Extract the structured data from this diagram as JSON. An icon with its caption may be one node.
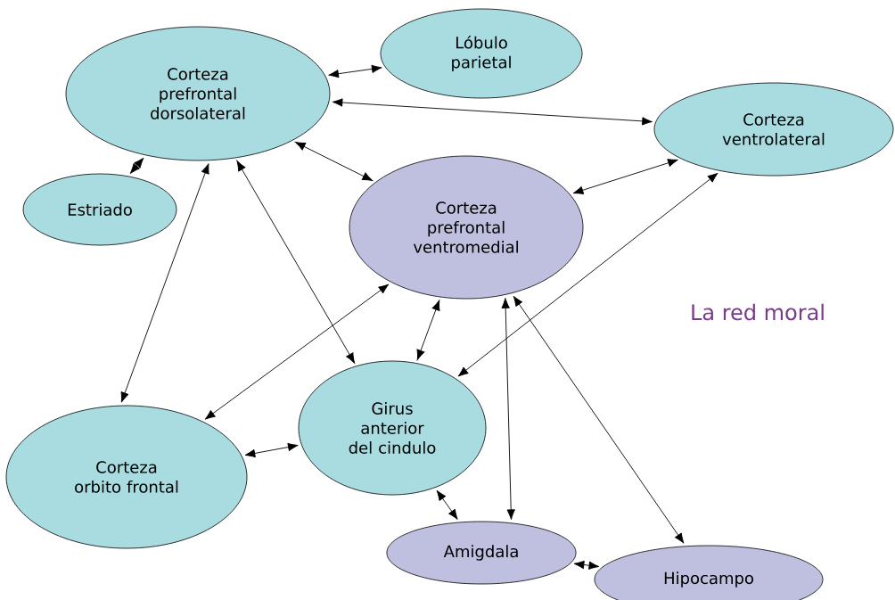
{
  "diagram": {
    "nodes": [
      {
        "text": [
          "Corteza prefrontal dorsolateral"
        ]
      },
      {
        "text": [
          "Lóbulo parietal"
        ]
      },
      {
        "text": [
          "Corteza ventrolateral"
        ]
      },
      {
        "text": [
          "Estriado"
        ]
      },
      {
        "text": [
          "Corteza prefrontal ventromedial"
        ]
      },
      {
        "text": [
          "Corteza orbito frontal"
        ]
      },
      {
        "text": [
          "Girus anterior del cindulo"
        ]
      },
      {
        "text": [
          "Amigdala"
        ]
      },
      {
        "text": [
          "Hipocampo"
        ]
      }
    ],
    "edges": [
      {
        "from": 0,
        "to": 1,
        "arrow": "both"
      },
      {
        "from": 0,
        "to": 2,
        "arrow": "both"
      },
      {
        "from": 0,
        "to": 3,
        "arrow": "both"
      },
      {
        "from": 0,
        "to": 5,
        "arrow": "both"
      },
      {
        "from": 0,
        "to": 6,
        "arrow": "both"
      },
      {
        "from": 0,
        "to": 4,
        "arrow": "both"
      },
      {
        "from": 2,
        "to": 4,
        "arrow": "both"
      },
      {
        "from": 2,
        "to": 6,
        "arrow": "both"
      },
      {
        "from": 4,
        "to": 5,
        "arrow": "both"
      },
      {
        "from": 4,
        "to": 6,
        "arrow": "both"
      },
      {
        "from": 4,
        "to": 7,
        "arrow": "both"
      },
      {
        "from": 4,
        "to": 8,
        "arrow": "both"
      },
      {
        "from": 5,
        "to": 6,
        "arrow": "both"
      },
      {
        "from": 6,
        "to": 7,
        "arrow": "both"
      },
      {
        "from": 7,
        "to": 8,
        "arrow": "both"
      }
    ],
    "labels": [
      "La red moral"
    ]
  }
}
